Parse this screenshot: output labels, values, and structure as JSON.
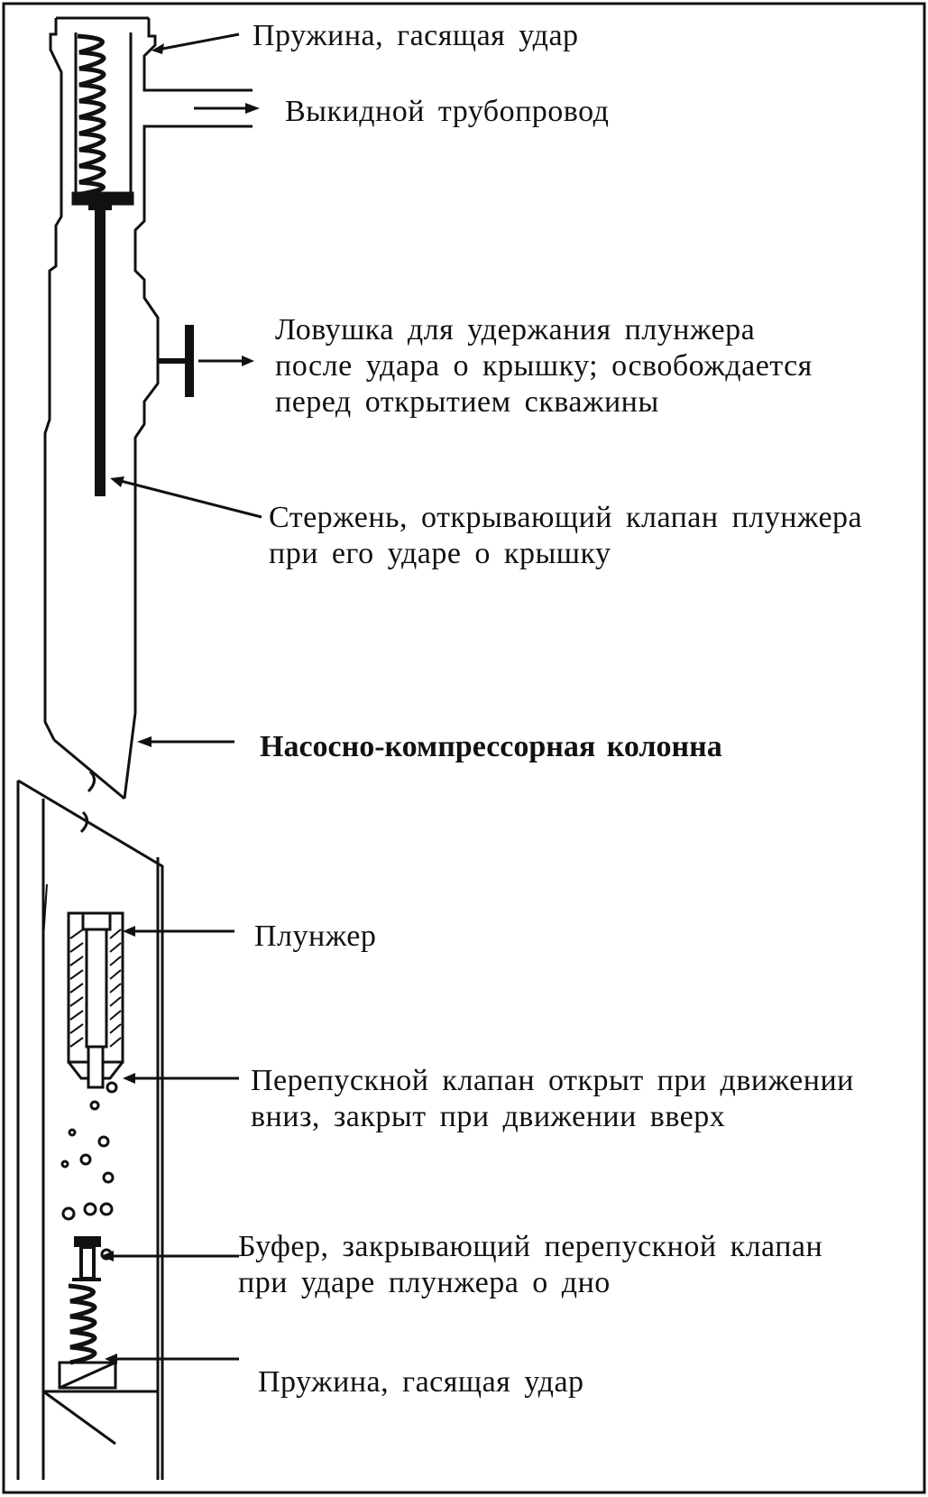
{
  "colors": {
    "ink": "#111111",
    "paper": "#ffffff"
  },
  "labels": {
    "top_spring": "Пружина, гасящая удар",
    "flowline": "Выкидной трубопровод",
    "catcher_1": "Ловушка для удержания плунжера",
    "catcher_2": "после удара о крышку; освобождается",
    "catcher_3": "перед открытием скважины",
    "rod_1": "Стержень, открывающий клапан плунжера",
    "rod_2": "при его ударе о крышку",
    "tubing": "Насосно-компрессорная колонна",
    "plunger": "Плунжер",
    "bypass_1": "Перепускной клапан открыт при движении",
    "bypass_2": "вниз, закрыт при движении вверх",
    "bumper_1": "Буфер, закрывающий перепускной клапан",
    "bumper_2": "при ударе плунжера о дно",
    "bottom_spring": "Пружина, гасящая удар"
  }
}
